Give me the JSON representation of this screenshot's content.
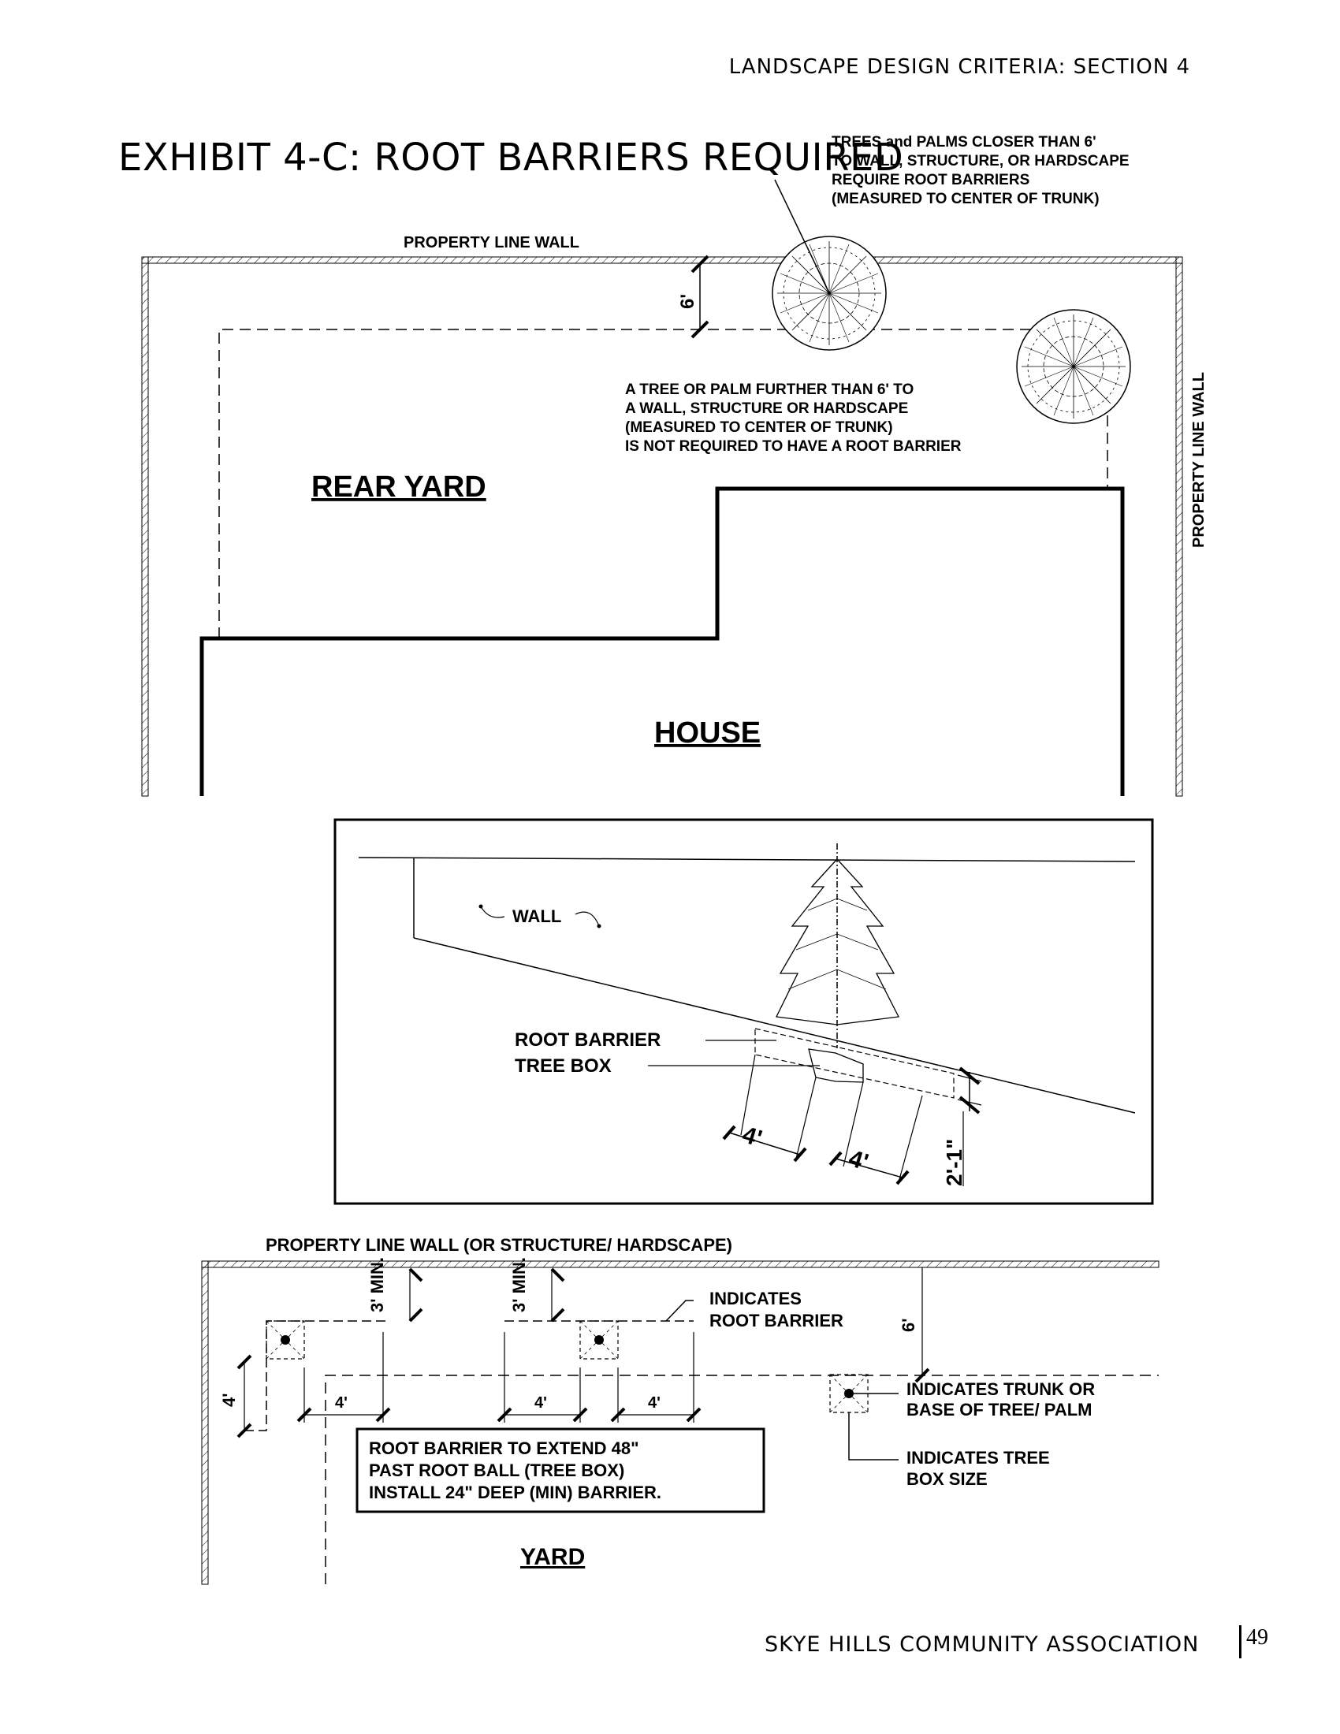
{
  "header": {
    "section": "LANDSCAPE DESIGN CRITERIA: SECTION 4"
  },
  "title": "EXHIBIT 4-C: ROOT BARRIERS REQUIRED",
  "plan": {
    "note_close": [
      "TREES and PALMS CLOSER THAN 6'",
      "TO WALL, STRUCTURE, OR HARDSCAPE",
      "REQUIRE ROOT BARRIERS",
      "(MEASURED TO CENTER OF TRUNK)"
    ],
    "property_line_top": "PROPERTY LINE WALL",
    "property_line_right": "PROPERTY LINE WALL",
    "dim_6": "6'",
    "note_far": [
      "A TREE OR PALM FURTHER THAN 6' TO",
      "A WALL, STRUCTURE OR HARDSCAPE",
      "(MEASURED TO CENTER OF TRUNK)",
      "IS NOT REQUIRED TO HAVE A ROOT BARRIER"
    ],
    "rear_yard": "REAR YARD",
    "house": "HOUSE"
  },
  "section_view": {
    "wall": "WALL",
    "root_barrier": "ROOT BARRIER",
    "tree_box": "TREE BOX",
    "dim_a": "4'",
    "dim_b": "4'",
    "depth": "2'-1\""
  },
  "detail": {
    "property_line": "PROPERTY LINE WALL (OR STRUCTURE/ HARDSCAPE)",
    "min_a": "3' MIN.",
    "min_b": "3' MIN.",
    "indicates_barrier": [
      "INDICATES",
      "ROOT BARRIER"
    ],
    "dim_6": "6'",
    "dim_4_vert": "4'",
    "dim_4_a": "4'",
    "dim_4_b": "4'",
    "dim_4_c": "4'",
    "indicates_trunk": [
      "INDICATES TRUNK OR",
      "BASE OF TREE/ PALM"
    ],
    "indicates_box": [
      "INDICATES TREE",
      "BOX SIZE"
    ],
    "note": [
      "ROOT BARRIER TO EXTEND 48\"",
      "PAST ROOT BALL (TREE BOX)",
      "INSTALL 24\" DEEP (MIN) BARRIER."
    ],
    "yard": "YARD"
  },
  "footer": {
    "association": "SKYE HILLS COMMUNITY ASSOCIATION",
    "page": "49"
  }
}
